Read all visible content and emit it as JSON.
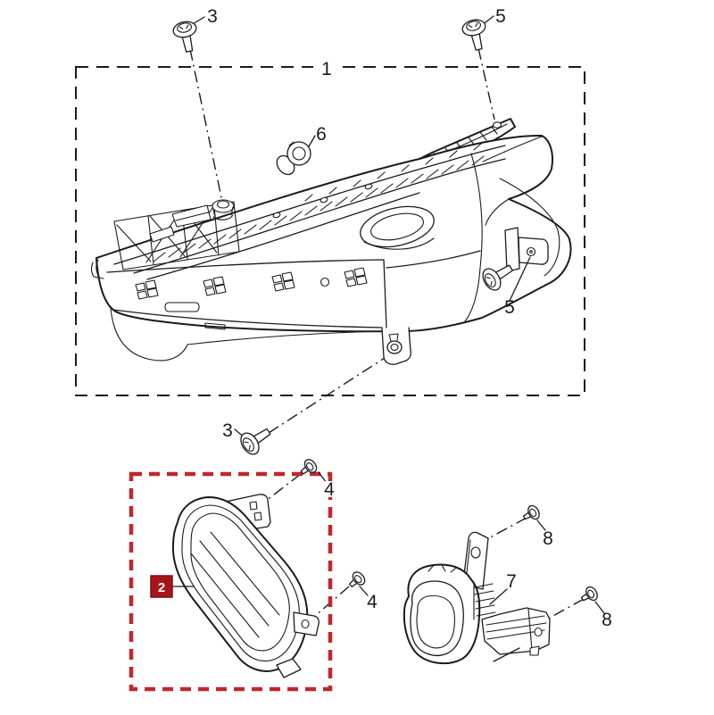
{
  "colors": {
    "line": "#1b1b1b",
    "background": "#ffffff",
    "highlight_box": "#c1272d",
    "part2_badge_bg": "#a8141b",
    "part2_badge_border": "#7c0f13",
    "part2_badge_text": "#ffffff"
  },
  "callouts": {
    "group1": "1",
    "part2": "2",
    "screw3_top": "3",
    "screw3_bottom": "3",
    "screw4_top": "4",
    "screw4_side": "4",
    "screw5_top": "5",
    "screw5_side": "5",
    "bulb6": "6",
    "part7": "7",
    "screw8_top": "8",
    "screw8_bottom": "8"
  }
}
